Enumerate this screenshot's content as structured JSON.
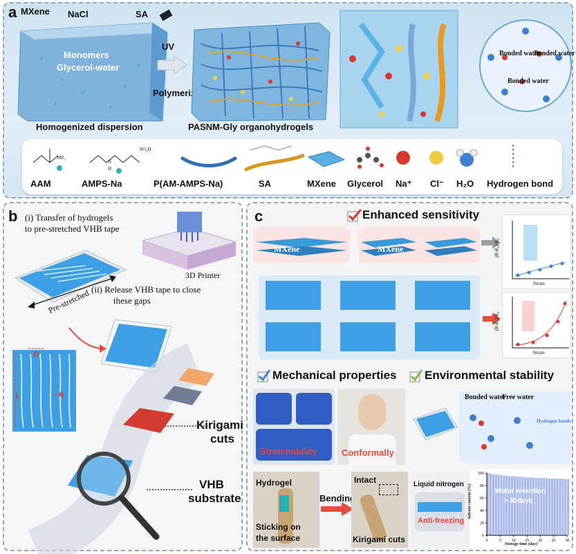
{
  "panel_a": {
    "label": "a",
    "mxene": "MXene",
    "nacl": "NaCl",
    "sa": "SA",
    "monomers_line1": "Monomers",
    "monomers_line2": "Glycerol-water",
    "uv": "UV",
    "polymerization": "Polymerization",
    "homogenized": "Homogenized dispersion",
    "pasnm": "PASNM-Gly organohydrogels",
    "bonded_water_1": "Bonded water",
    "bonded_water_2": "Bonded water",
    "bonded_water_3": "Bonded water",
    "legend": [
      "AAM",
      "AMPS-Na",
      "P(AM-AMPS-Na)",
      "SA",
      "MXene",
      "Glycerol",
      "Na⁺",
      "Cl⁻",
      "H₂O",
      "Hydrogen bond"
    ],
    "chem_nh2": "NH₂",
    "chem_h": "H",
    "chem_n": "N",
    "chem_so3h": "SO₃H",
    "colors": {
      "blue": "#4aa3de",
      "gold": "#e0a22a",
      "red": "#d8382f",
      "yellow": "#f0d040"
    }
  },
  "panel_b": {
    "label": "b",
    "step1_line1": "(i)  Transfer of hydrogels",
    "step1_line2": "to pre-stretched VHB tape",
    "printer": "3D Printer",
    "prestretched": "Pre-stretched",
    "step2_line1": "(ii) Release VHB tape to close",
    "step2_line2": "these gaps",
    "dim_d": "D",
    "dim_l": "L",
    "dim_theta": "θ",
    "kirigami_line1": "Kirigami",
    "kirigami_line2": "cuts",
    "vhb_line1": "VHB",
    "vhb_line2": "substrate"
  },
  "panel_c": {
    "label": "c",
    "enhanced": "Enhanced sensitivity",
    "mxene_left": "MXene",
    "mxene_right": "MXene",
    "ylabel": "(R-R₀)/R₀",
    "xlabel": "Strain",
    "mechanical": "Mechanical properties",
    "environmental": "Environmental stability",
    "stretchability": "Stretchability",
    "conformally": "Conformally",
    "bonded_water": "Bonded water",
    "free_water": "Free water",
    "hydrogen_bonds": "Hydrogen bonds",
    "hydrogel": "Hydrogel",
    "sticking_line1": "Sticking on",
    "sticking_line2": "the surface",
    "bending": "Bending",
    "intact": "Intact",
    "kirigami_cuts": "Kirigami cuts",
    "liquid_nitrogen": "Liquid nitrogen",
    "anti_freezing": "Anti-freezing",
    "water_retention_line1": "Water retention",
    "water_retention_line2": "> 30days"
  },
  "chart_data": {
    "type": "bar",
    "xlabel": "Storage time (day)",
    "ylabel": "Solvent content (%)",
    "xlim": [
      0,
      30
    ],
    "ylim": [
      0,
      100
    ],
    "xticks": [
      "0",
      "5",
      "10",
      "15",
      "20",
      "25",
      "30"
    ],
    "yticks": [
      "0",
      "20",
      "40",
      "60",
      "80",
      "100"
    ],
    "x": [
      0,
      1,
      2,
      3,
      4,
      5,
      6,
      7,
      8,
      9,
      10,
      11,
      12,
      13,
      14,
      15,
      16,
      17,
      18,
      19,
      20,
      21,
      22,
      23,
      24,
      25,
      26,
      27,
      28,
      29,
      30
    ],
    "values": [
      100,
      99,
      98,
      98,
      97,
      97,
      96,
      96,
      95,
      95,
      95,
      94,
      94,
      94,
      93,
      93,
      93,
      93,
      92,
      92,
      92,
      92,
      92,
      91,
      91,
      91,
      91,
      91,
      91,
      90,
      90
    ],
    "annotation_line1": "Water retention",
    "annotation_line2": "> 30days",
    "bar_color": "#a9b8e8"
  }
}
